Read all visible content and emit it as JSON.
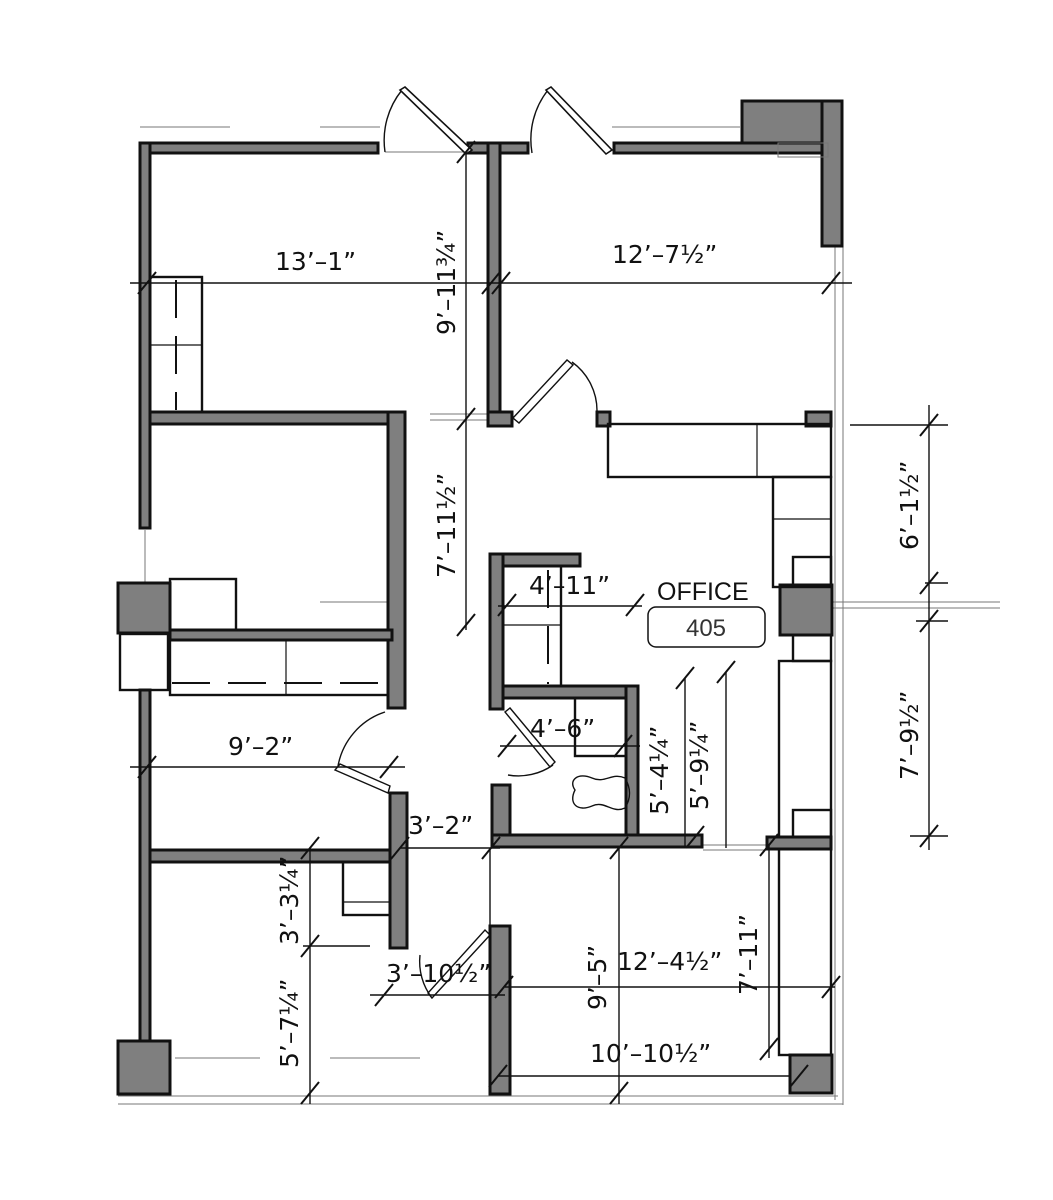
{
  "colors": {
    "wall_fill": "#7f7f7f",
    "line": "#111111"
  },
  "room": {
    "name": "OFFICE",
    "number": "405"
  },
  "dimensions": {
    "d1": "13’–1”",
    "d2": "9’–11¾”",
    "d3": "12’–7½”",
    "d4": "7’–11½”",
    "d5": "6’–1½”",
    "d6": "4’–11”",
    "d7": "7’–9½”",
    "d8": "9’–2”",
    "d9": "4’–6”",
    "d10": "5’–4¼”",
    "d11": "5’–9¼”",
    "d12": "3’–2”",
    "d13": "3’–3¼”",
    "d14": "3’–10½”",
    "d15": "9’–5”",
    "d16": "12’–4½”",
    "d17": "7’–11”",
    "d18": "5’–7¼”",
    "d19": "10’–10½”"
  }
}
